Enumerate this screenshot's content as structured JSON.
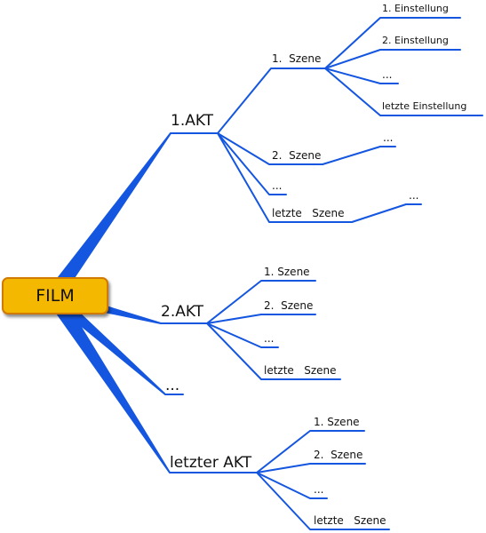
{
  "map": {
    "root": "FILM",
    "acts": [
      {
        "label": "1.AKT",
        "scenes": [
          {
            "label": "1.  Szene",
            "shots": [
              "1. Einstellung",
              "2. Einstellung",
              "...",
              "letzte Einstellung"
            ]
          },
          {
            "label": "2.  Szene",
            "tail": "..."
          },
          {
            "label": "..."
          },
          {
            "label": "letzte   Szene",
            "tail": "..."
          }
        ]
      },
      {
        "label": "2.AKT",
        "scenes": [
          {
            "label": "1. Szene"
          },
          {
            "label": "2.  Szene"
          },
          {
            "label": "..."
          },
          {
            "label": "letzte   Szene"
          }
        ]
      },
      {
        "label": "..."
      },
      {
        "label": "letzter AKT",
        "scenes": [
          {
            "label": "1. Szene"
          },
          {
            "label": "2.  Szene"
          },
          {
            "label": "..."
          },
          {
            "label": "letzte   Szene"
          }
        ]
      }
    ]
  },
  "colors": {
    "branch": "#1456e0",
    "root_fill": "#f5b800",
    "root_border": "#d07a00"
  }
}
